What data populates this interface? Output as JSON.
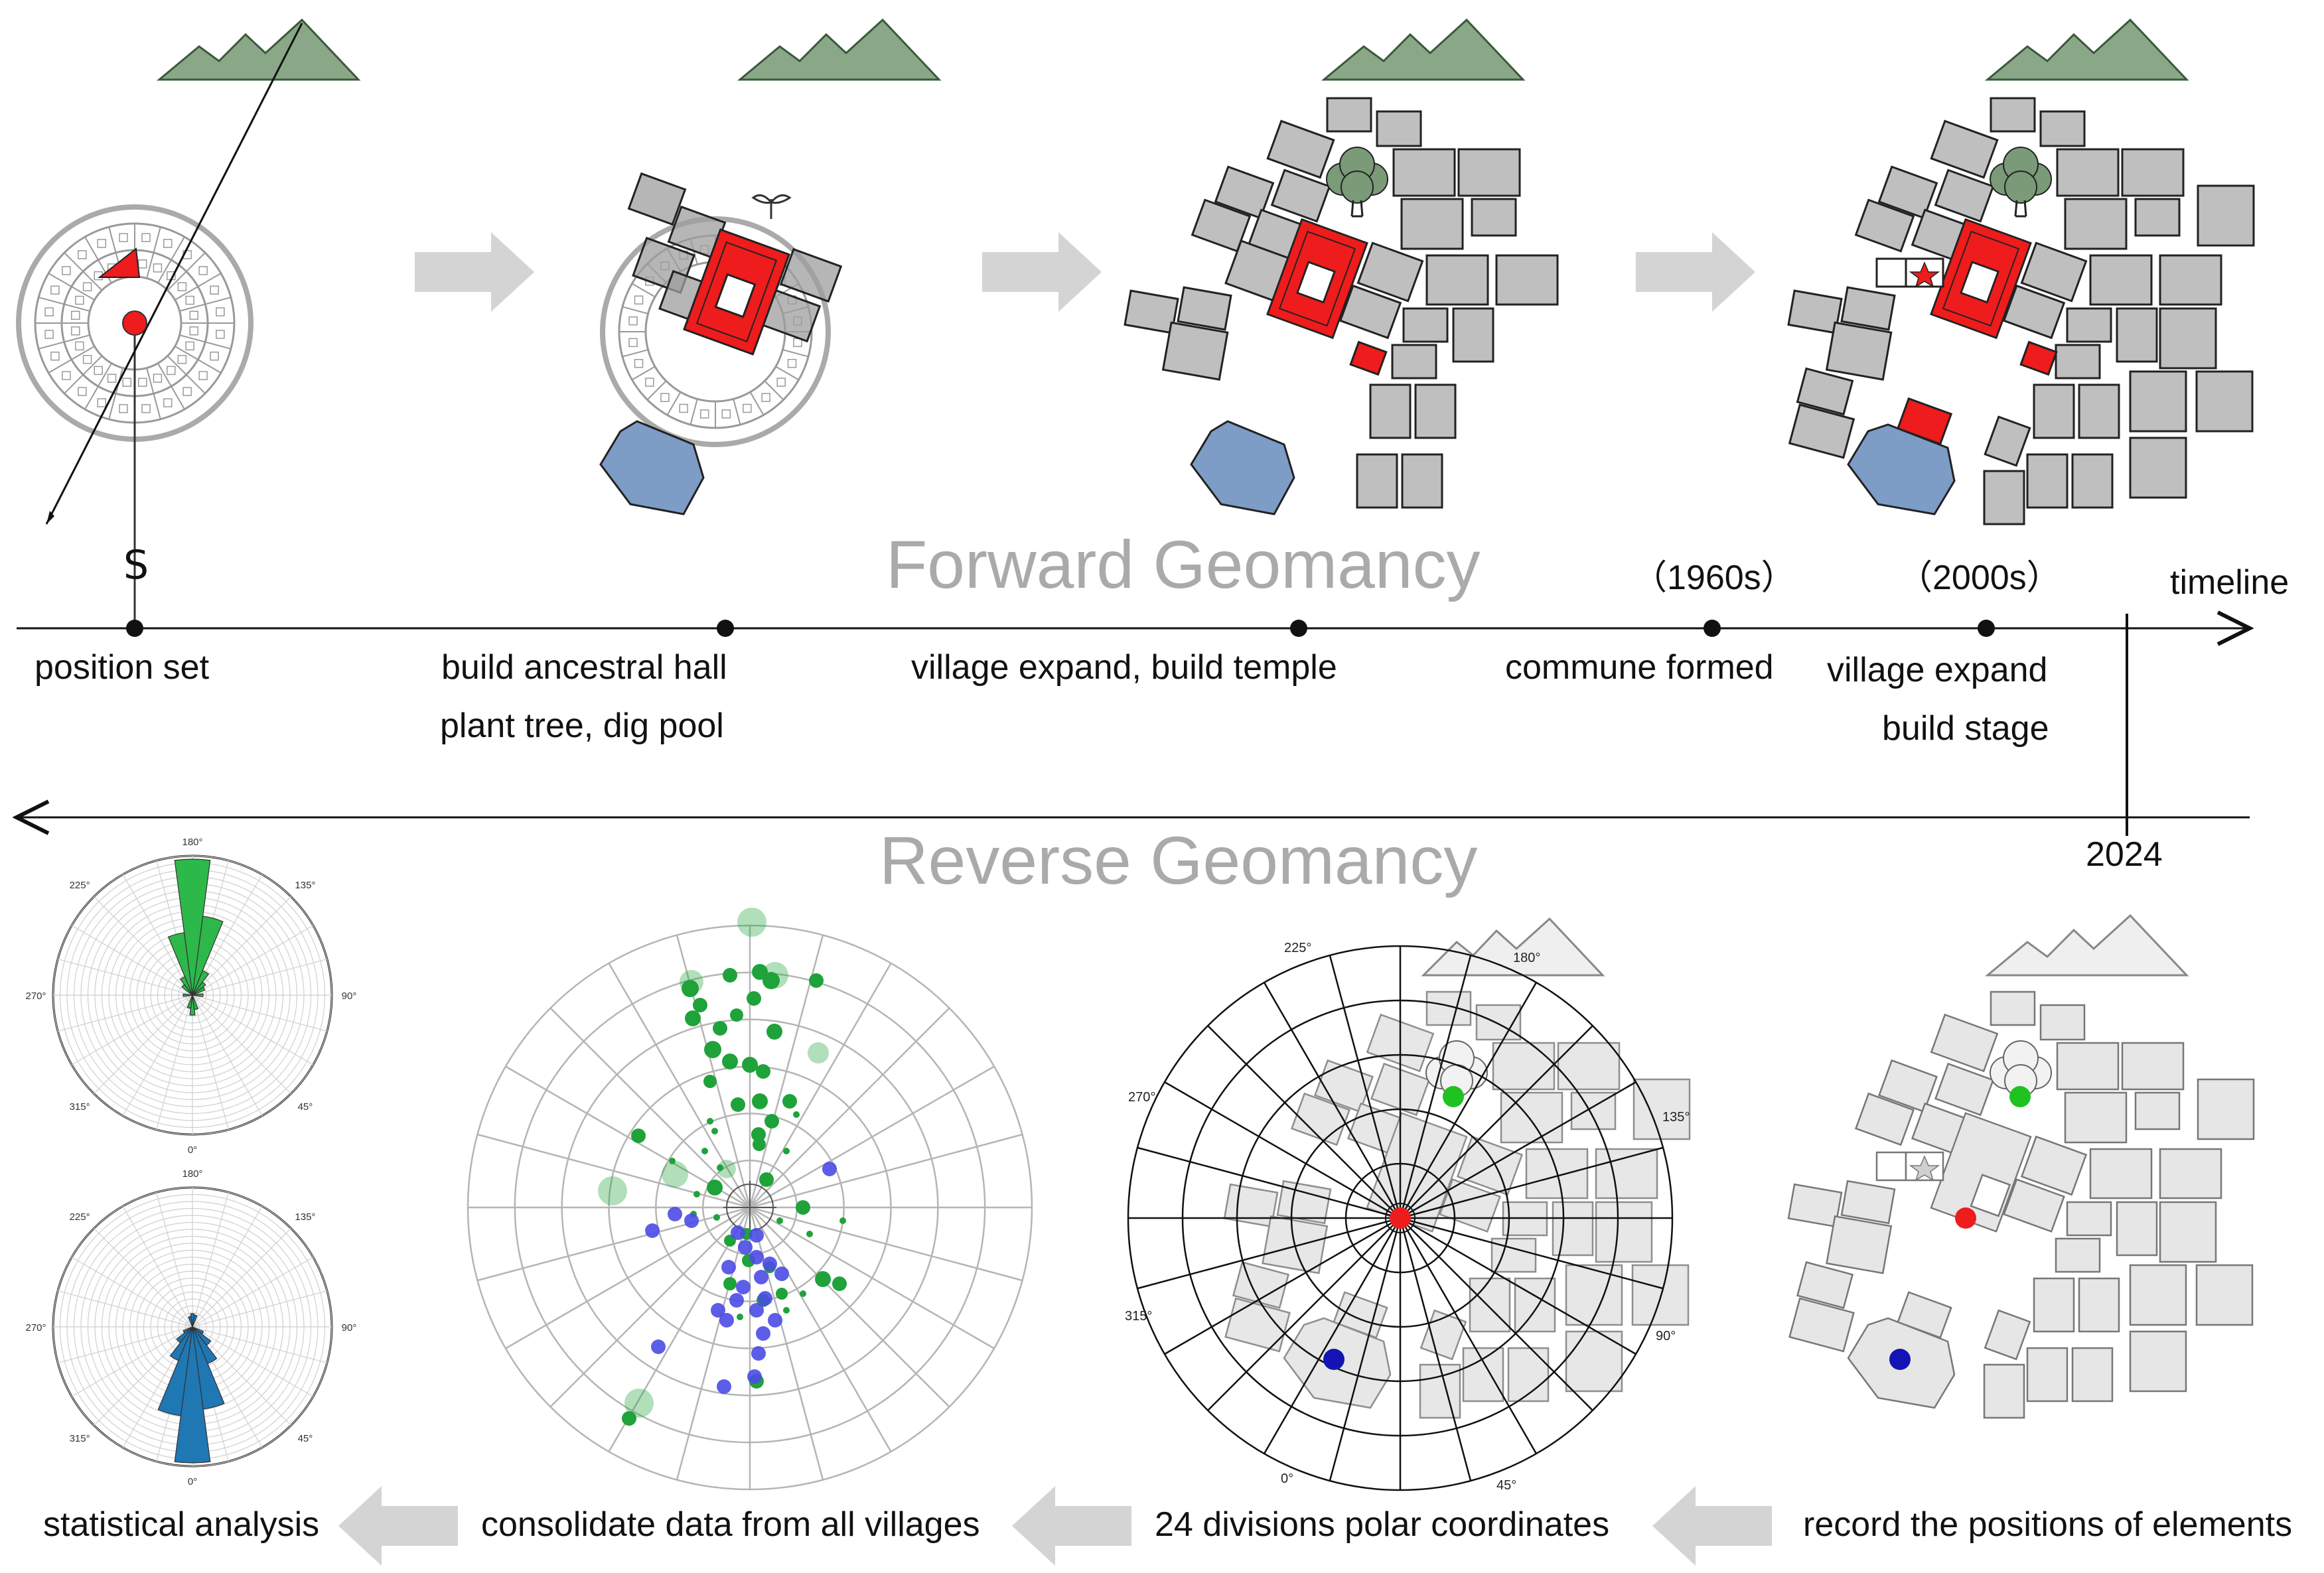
{
  "titles": {
    "forward": "Forward Geomancy",
    "reverse": "Reverse Geomancy"
  },
  "timeline": {
    "label": "timeline",
    "year": "2024",
    "stage_1": "position set",
    "stage_2_line1": "build ancestral hall",
    "stage_2_line2": "plant tree, dig pool",
    "stage_3": "village expand, build temple",
    "stage_4_era": "（1960s）",
    "stage_4": "commune formed",
    "stage_5_era": "（2000s）",
    "stage_5_line1": "village expand",
    "stage_5_line2": "build stage"
  },
  "compass": {
    "south_mark": "S"
  },
  "reverse_steps": {
    "step_1": "record the positions of elements",
    "step_2": "24 divisions polar coordinates",
    "step_3": "consolidate data from all villages",
    "step_4": "statistical analysis"
  },
  "polar_labels": {
    "top": "180°",
    "upper_left": "225°",
    "upper_right": "135°",
    "left": "270°",
    "right": "90°",
    "lower_left": "315°",
    "lower_right": "45°",
    "bottom": "0°"
  },
  "diagram_polar_labels": {
    "a225": "225°",
    "a180": "180°",
    "a270": "270°",
    "a135": "135°",
    "a315": "315°",
    "a90": "90°",
    "a0": "0°",
    "a45": "45°"
  },
  "colors": {
    "mountain": "#8aa888",
    "hall": "#ee1c1c",
    "building": "#bfbfbf",
    "pool": "#7d9cc6",
    "tree": "#7a9a78",
    "arrow": "#d4d4d4",
    "green_point": "#1fa23a",
    "blue_point": "#4b4be6",
    "rose_green": "#2db84a",
    "rose_blue": "#1f77b4"
  }
}
